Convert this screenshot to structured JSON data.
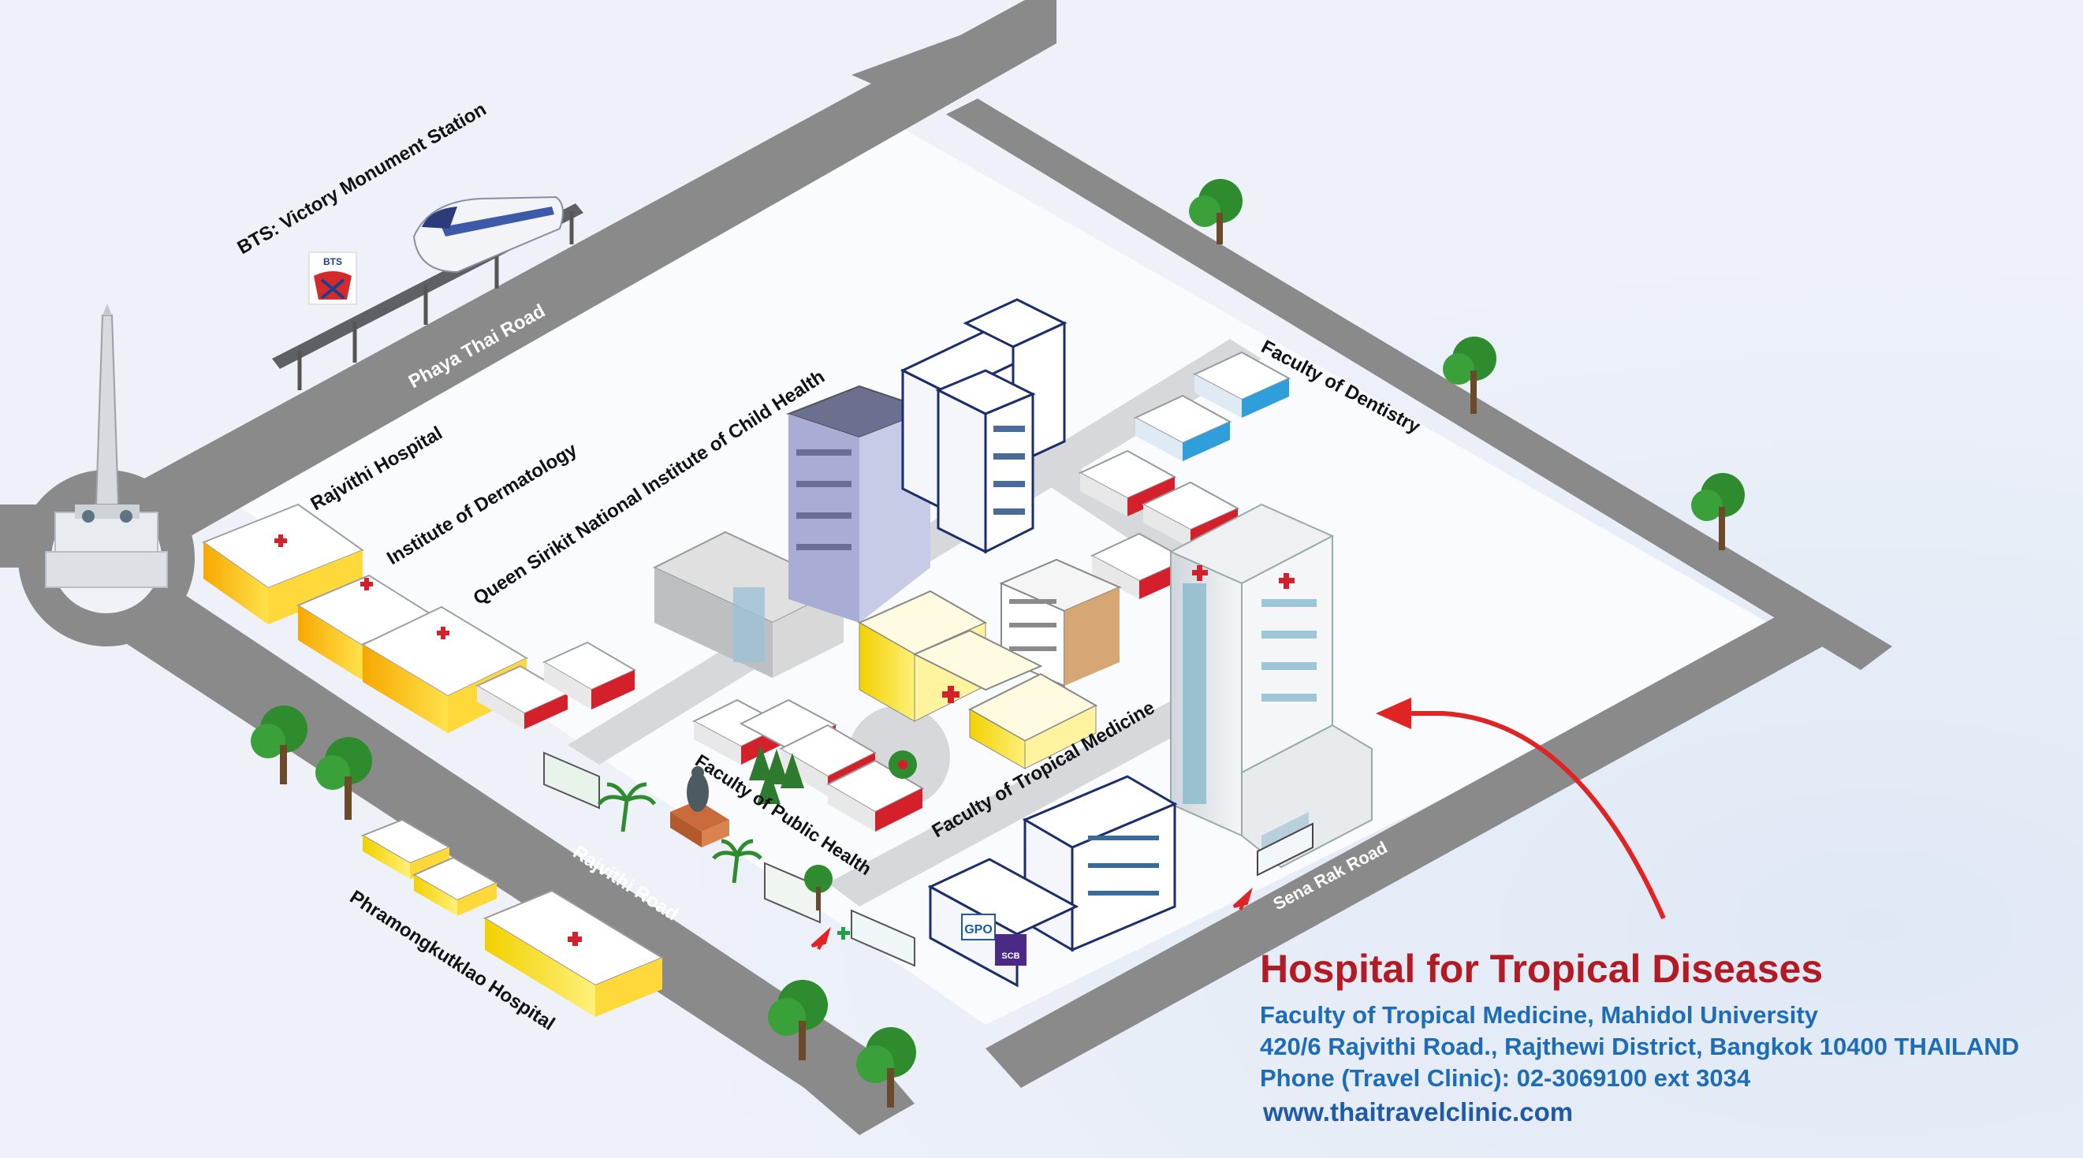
{
  "map": {
    "colors": {
      "background": "#eef1f8",
      "road": "#8a8a8a",
      "ground": "#fafbff",
      "hospital_red": "#d4202a",
      "title_red": "#b31b24",
      "info_blue": "#1f6cb6",
      "tree_green": "#2e8b2e",
      "arrow_red": "#e02424",
      "building_yellow": "#f5c400",
      "building_lilac": "#a9acd4"
    },
    "places": {
      "bts_station": "BTS: Victory Monument Station",
      "rajvithi_hospital": "Rajvithi Hospital",
      "dermatology": "Institute of Dermatology",
      "child_health": "Queen Sirikit National Institute of Child Health",
      "dentistry": "Faculty of Dentistry",
      "tropical_medicine": "Faculty of Tropical Medicine",
      "public_health": "Faculty of Public Health",
      "phramongkutklao": "Phramongkutklao Hospital"
    },
    "roads": {
      "phaya_thai": "Phaya Thai Road",
      "rajvithi": "Rajvithi Road",
      "sena_rak": "Sena Rak Road"
    },
    "logos": {
      "bts": "BTS",
      "gpo": "GPO",
      "scb": "SCB"
    },
    "icons": [
      "victory-monument-icon",
      "bts-train-icon",
      "bts-logo-icon",
      "tree-icon",
      "hospital-cross-icon",
      "statue-icon",
      "palm-icon",
      "pointer-arrow-icon"
    ]
  },
  "info": {
    "title": "Hospital for Tropical Diseases",
    "faculty": "Faculty of Tropical Medicine, Mahidol University",
    "address": "420/6 Rajvithi Road., Rajthewi District, Bangkok 10400 THAILAND",
    "phone_label": "Phone (Travel Clinic):",
    "phone_number": "02-3069100 ext  3034",
    "website": "www.thaitravelclinic.com"
  }
}
